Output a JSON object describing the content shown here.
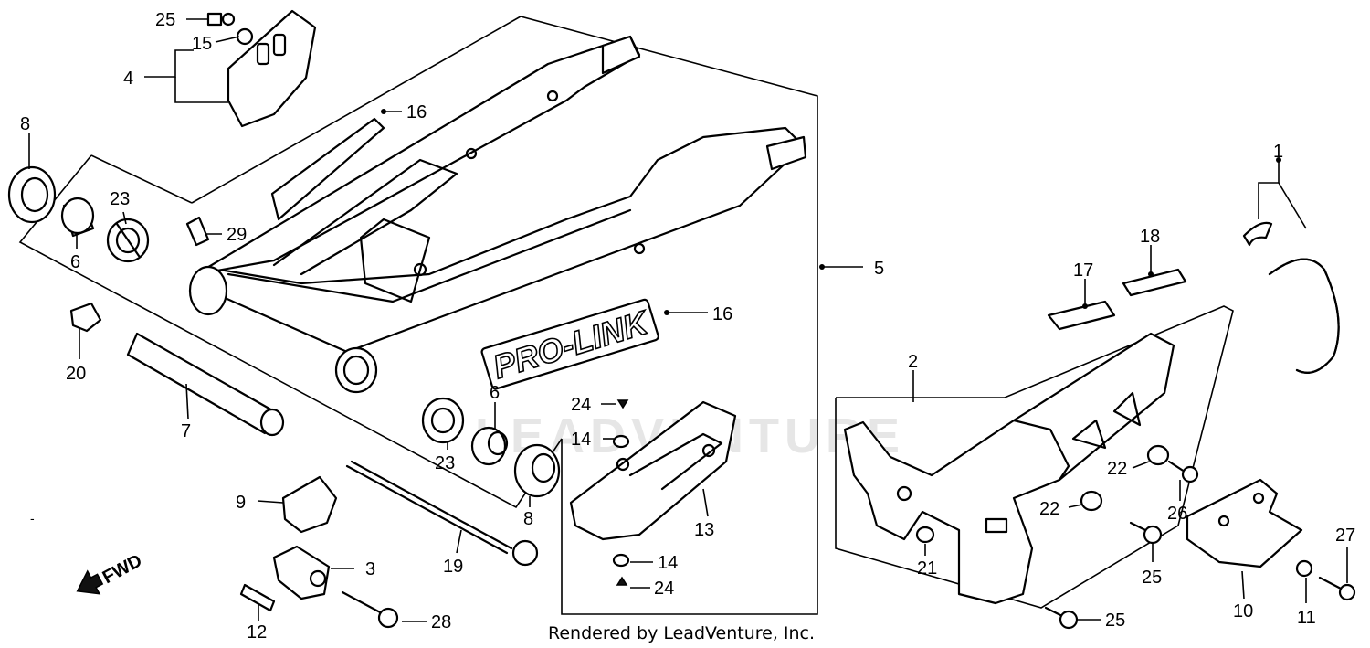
{
  "diagram": {
    "watermark_text": "LEADVENTURE",
    "credit": "Rendered by LeadVenture, Inc.",
    "fwd_label": "FWD",
    "decal_text": "PRO-LINK",
    "callouts": {
      "c1": "1",
      "c2": "2",
      "c3": "3",
      "c4": "4",
      "c5": "5",
      "c6a": "6",
      "c6b": "6",
      "c7": "7",
      "c8a": "8",
      "c8b": "8",
      "c9": "9",
      "c10": "10",
      "c11": "11",
      "c12": "12",
      "c13": "13",
      "c14a": "14",
      "c14b": "14",
      "c15": "15",
      "c16a": "16",
      "c16b": "16",
      "c17": "17",
      "c18": "18",
      "c19": "19",
      "c20": "20",
      "c21": "21",
      "c22a": "22",
      "c22b": "22",
      "c23a": "23",
      "c23b": "23",
      "c24a": "24",
      "c24b": "24",
      "c25a": "25",
      "c25b": "25",
      "c25c": "25",
      "c26": "26",
      "c27": "27",
      "c28": "28",
      "c29": "29"
    }
  }
}
